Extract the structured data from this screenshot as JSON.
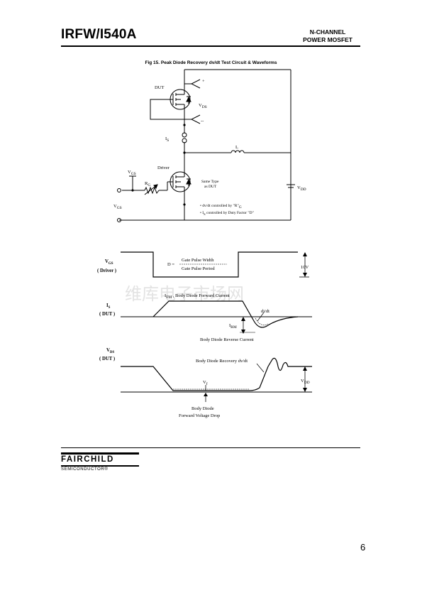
{
  "header": {
    "part_number": "IRFW/I540A",
    "device_type_line1": "N-CHANNEL",
    "device_type_line2": "POWER MOSFET"
  },
  "figure": {
    "title": "Fig 15.  Peak Diode Recovery dv/dt Test Circuit  &  Waveforms",
    "circuit": {
      "dut_label": "DUT",
      "vds_label": "V",
      "vds_sub": "DS",
      "plus": "+",
      "minus": "--",
      "is_label": "I",
      "is_sub": "S",
      "l_label": "L",
      "driver_label": "Driver",
      "vgs_label": "V",
      "vgs_sub": "GS",
      "rg_label": "R",
      "rg_sub": "G",
      "same_type_line1": "Same Type",
      "same_type_line2": "as DUT",
      "vdd_label": "V",
      "vdd_sub": "DD",
      "vgs_bottom_label": "V",
      "vgs_bottom_sub": "GS",
      "note1": "• dv/dt controlled by \"R\"",
      "note1_sub": "G",
      "note2": "• I",
      "note2_sub": "S",
      "note2_rest": " controlled by Duty Factor \"D\""
    },
    "waveforms": {
      "vgs_label": "V",
      "vgs_sub": "GS",
      "vgs_desc": "( Driver )",
      "duty_prefix": "D =",
      "duty_num": "Gate Pulse Width",
      "duty_den": "Gate Pulse Period",
      "v10": "10V",
      "is_label": "I",
      "is_sub": "S",
      "is_desc": "( DUT )",
      "ifm_label": "I",
      "ifm_sub": "FM",
      "ifm_text": " , Body Diode Forward Current",
      "didt": "di/dt",
      "irm_label": "I",
      "irm_sub": "RM",
      "reverse_current": "Body Diode Reverse Current",
      "vds_label": "V",
      "vds_sub": "DS",
      "vds_desc": "( DUT )",
      "recovery_dvdt": "Body Diode Recovery dv/dt",
      "vf_label": "V",
      "vf_sub": "f",
      "vdd_label": "V",
      "vdd_sub": "DD",
      "forward_drop_line1": "Body Diode",
      "forward_drop_line2": "Forward Voltage Drop"
    },
    "watermark": "维库电子市场网"
  },
  "footer": {
    "logo_word": "FAIRCHILD",
    "logo_sub": "SEMICONDUCTOR®",
    "page_number": "6"
  }
}
